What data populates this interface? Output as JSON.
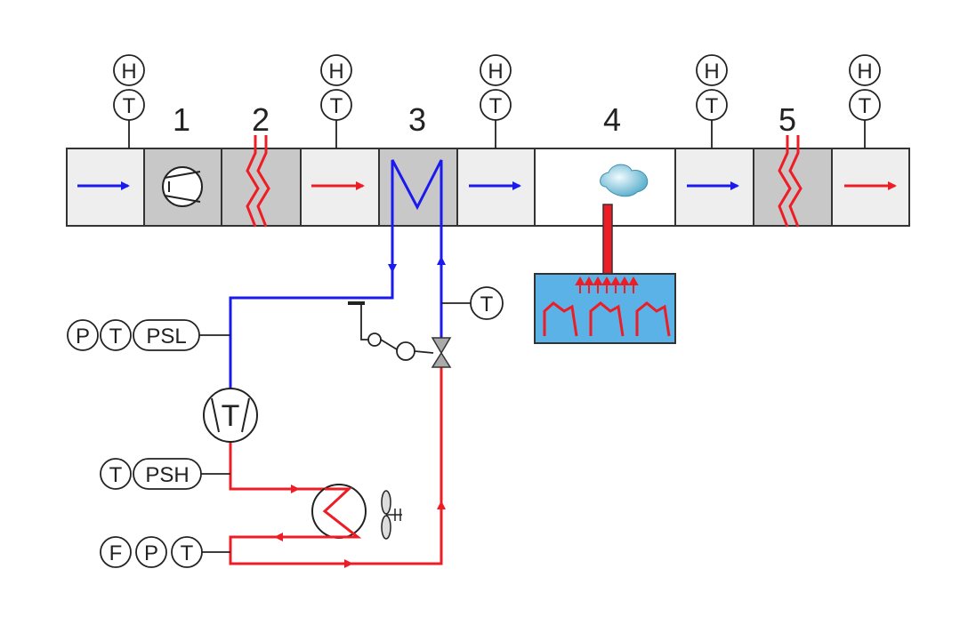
{
  "sections": [
    {
      "number": "1"
    },
    {
      "number": "2"
    },
    {
      "number": "3"
    },
    {
      "number": "4"
    },
    {
      "number": "5"
    }
  ],
  "duct_sensors": [
    {
      "top": "H",
      "bottom": "T"
    },
    {
      "top": "H",
      "bottom": "T"
    },
    {
      "top": "H",
      "bottom": "T"
    },
    {
      "top": "H",
      "bottom": "T"
    },
    {
      "top": "H",
      "bottom": "T"
    }
  ],
  "valve_sensor": "T",
  "suction_group": {
    "p": "P",
    "t": "T",
    "switch": "PSL"
  },
  "discharge_group": {
    "t": "T",
    "switch": "PSH"
  },
  "liquid_group": {
    "f": "F",
    "p": "P",
    "t": "T"
  },
  "compressor_symbol": "T",
  "colors": {
    "hot": "#ee1c24",
    "cold": "#1a1aee",
    "duct_light": "#eeeeee",
    "duct_dark": "#c8c8c8",
    "furnace": "#5ab2e6"
  }
}
